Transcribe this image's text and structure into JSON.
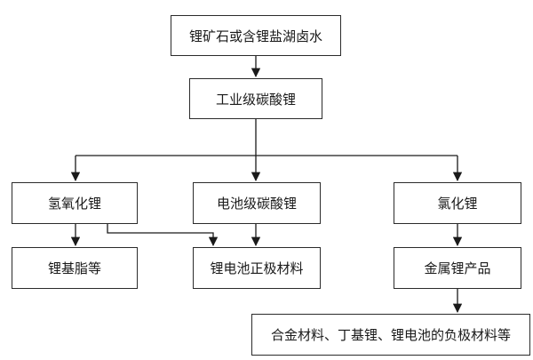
{
  "diagram": {
    "nodes": {
      "source": "锂矿石或含锂盐湖卤水",
      "industrial": "工业级碳酸锂",
      "hydroxide": "氢氧化锂",
      "battery_grade": "电池级碳酸锂",
      "chloride": "氯化锂",
      "grease": "锂基脂等",
      "cathode": "锂电池正极材料",
      "metal": "金属锂产品",
      "applications": "合金材料、丁基锂、锂电池的负极材料等"
    },
    "edges": [
      {
        "from": "source",
        "to": "industrial"
      },
      {
        "from": "industrial",
        "to": "hydroxide"
      },
      {
        "from": "industrial",
        "to": "battery_grade"
      },
      {
        "from": "industrial",
        "to": "chloride"
      },
      {
        "from": "hydroxide",
        "to": "grease"
      },
      {
        "from": "hydroxide",
        "to": "cathode"
      },
      {
        "from": "battery_grade",
        "to": "cathode"
      },
      {
        "from": "chloride",
        "to": "metal"
      },
      {
        "from": "metal",
        "to": "applications"
      }
    ],
    "line_color": "#1a1a1a"
  }
}
